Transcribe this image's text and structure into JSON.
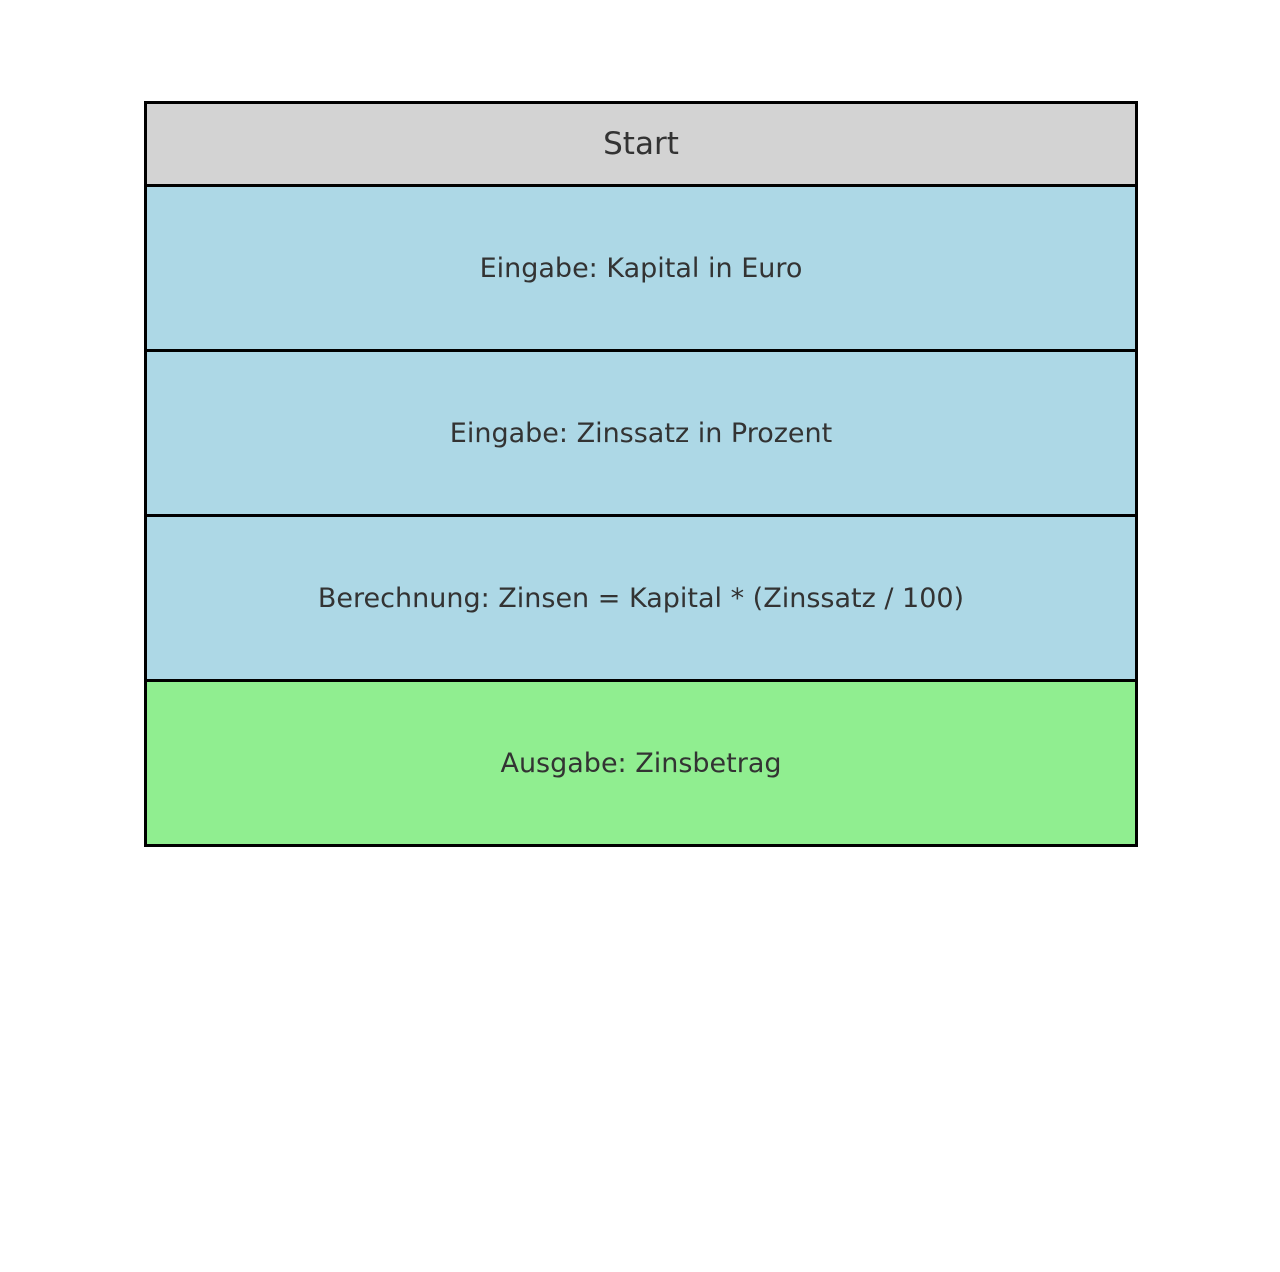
{
  "diagram": {
    "header": {
      "label": "Start",
      "color": "#d3d3d3"
    },
    "steps": [
      {
        "label": "Eingabe: Kapital in Euro",
        "color": "#add8e6"
      },
      {
        "label": "Eingabe: Zinssatz in Prozent",
        "color": "#add8e6"
      },
      {
        "label": "Berechnung: Zinsen = Kapital * (Zinssatz / 100)",
        "color": "#add8e6"
      },
      {
        "label": "Ausgabe: Zinsbetrag",
        "color": "#90ee90"
      }
    ]
  }
}
